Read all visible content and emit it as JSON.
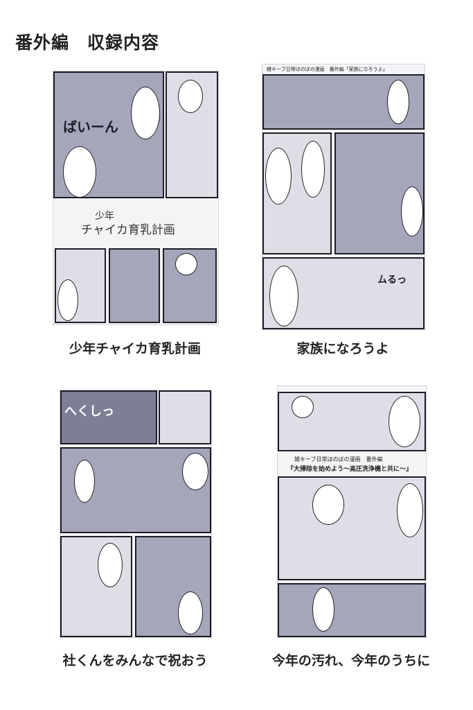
{
  "page_title": "番外編　収録内容",
  "items": [
    {
      "caption": "少年チャイカ育乳計画",
      "inner_title_line1": "少年",
      "inner_title_line2": "チャイカ育乳計画",
      "sfx": "ばいーん"
    },
    {
      "caption": "家族になろうよ",
      "header": "雑キーブ日常ほのぼの漫画　番外編「家族になろうよ」",
      "sfx": "ムるっ"
    },
    {
      "caption": "社くんをみんなで祝おう",
      "sfx": "へくしっ"
    },
    {
      "caption": "今年の汚れ、今年のうちに",
      "header": "雑キーブ日常ほのぼの漫画　番外編",
      "title_banner": "『大掃除を始めよう～高圧洗浄機と共に～』"
    }
  ]
}
